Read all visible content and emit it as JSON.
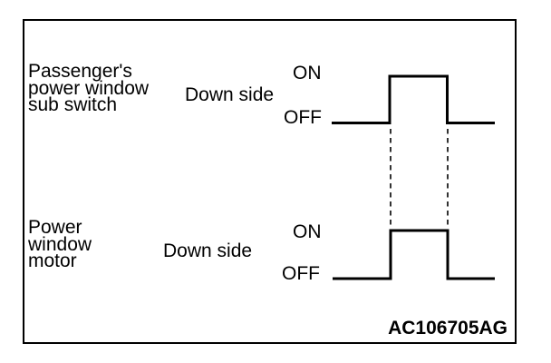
{
  "diagram": {
    "type": "timing-diagram",
    "figure_code": "AC106705AG",
    "colors": {
      "line": "#000000",
      "background": "#ffffff"
    },
    "rows": [
      {
        "component_lines": [
          "Passenger's",
          "power window",
          "sub switch"
        ],
        "signal_label": "Down side",
        "on_label": "ON",
        "off_label": "OFF",
        "waveform": {
          "states": [
            "OFF",
            "ON",
            "OFF"
          ],
          "shape": "single-pulse"
        }
      },
      {
        "component_lines": [
          "Power",
          "window",
          "motor"
        ],
        "signal_label": "Down side",
        "on_label": "ON",
        "off_label": "OFF",
        "waveform": {
          "states": [
            "OFF",
            "ON",
            "OFF"
          ],
          "shape": "single-pulse"
        }
      }
    ],
    "sync_lines": {
      "style": "dashed",
      "count": 2,
      "meaning": "pulse edges of sub switch aligned with motor pulse edges"
    }
  }
}
